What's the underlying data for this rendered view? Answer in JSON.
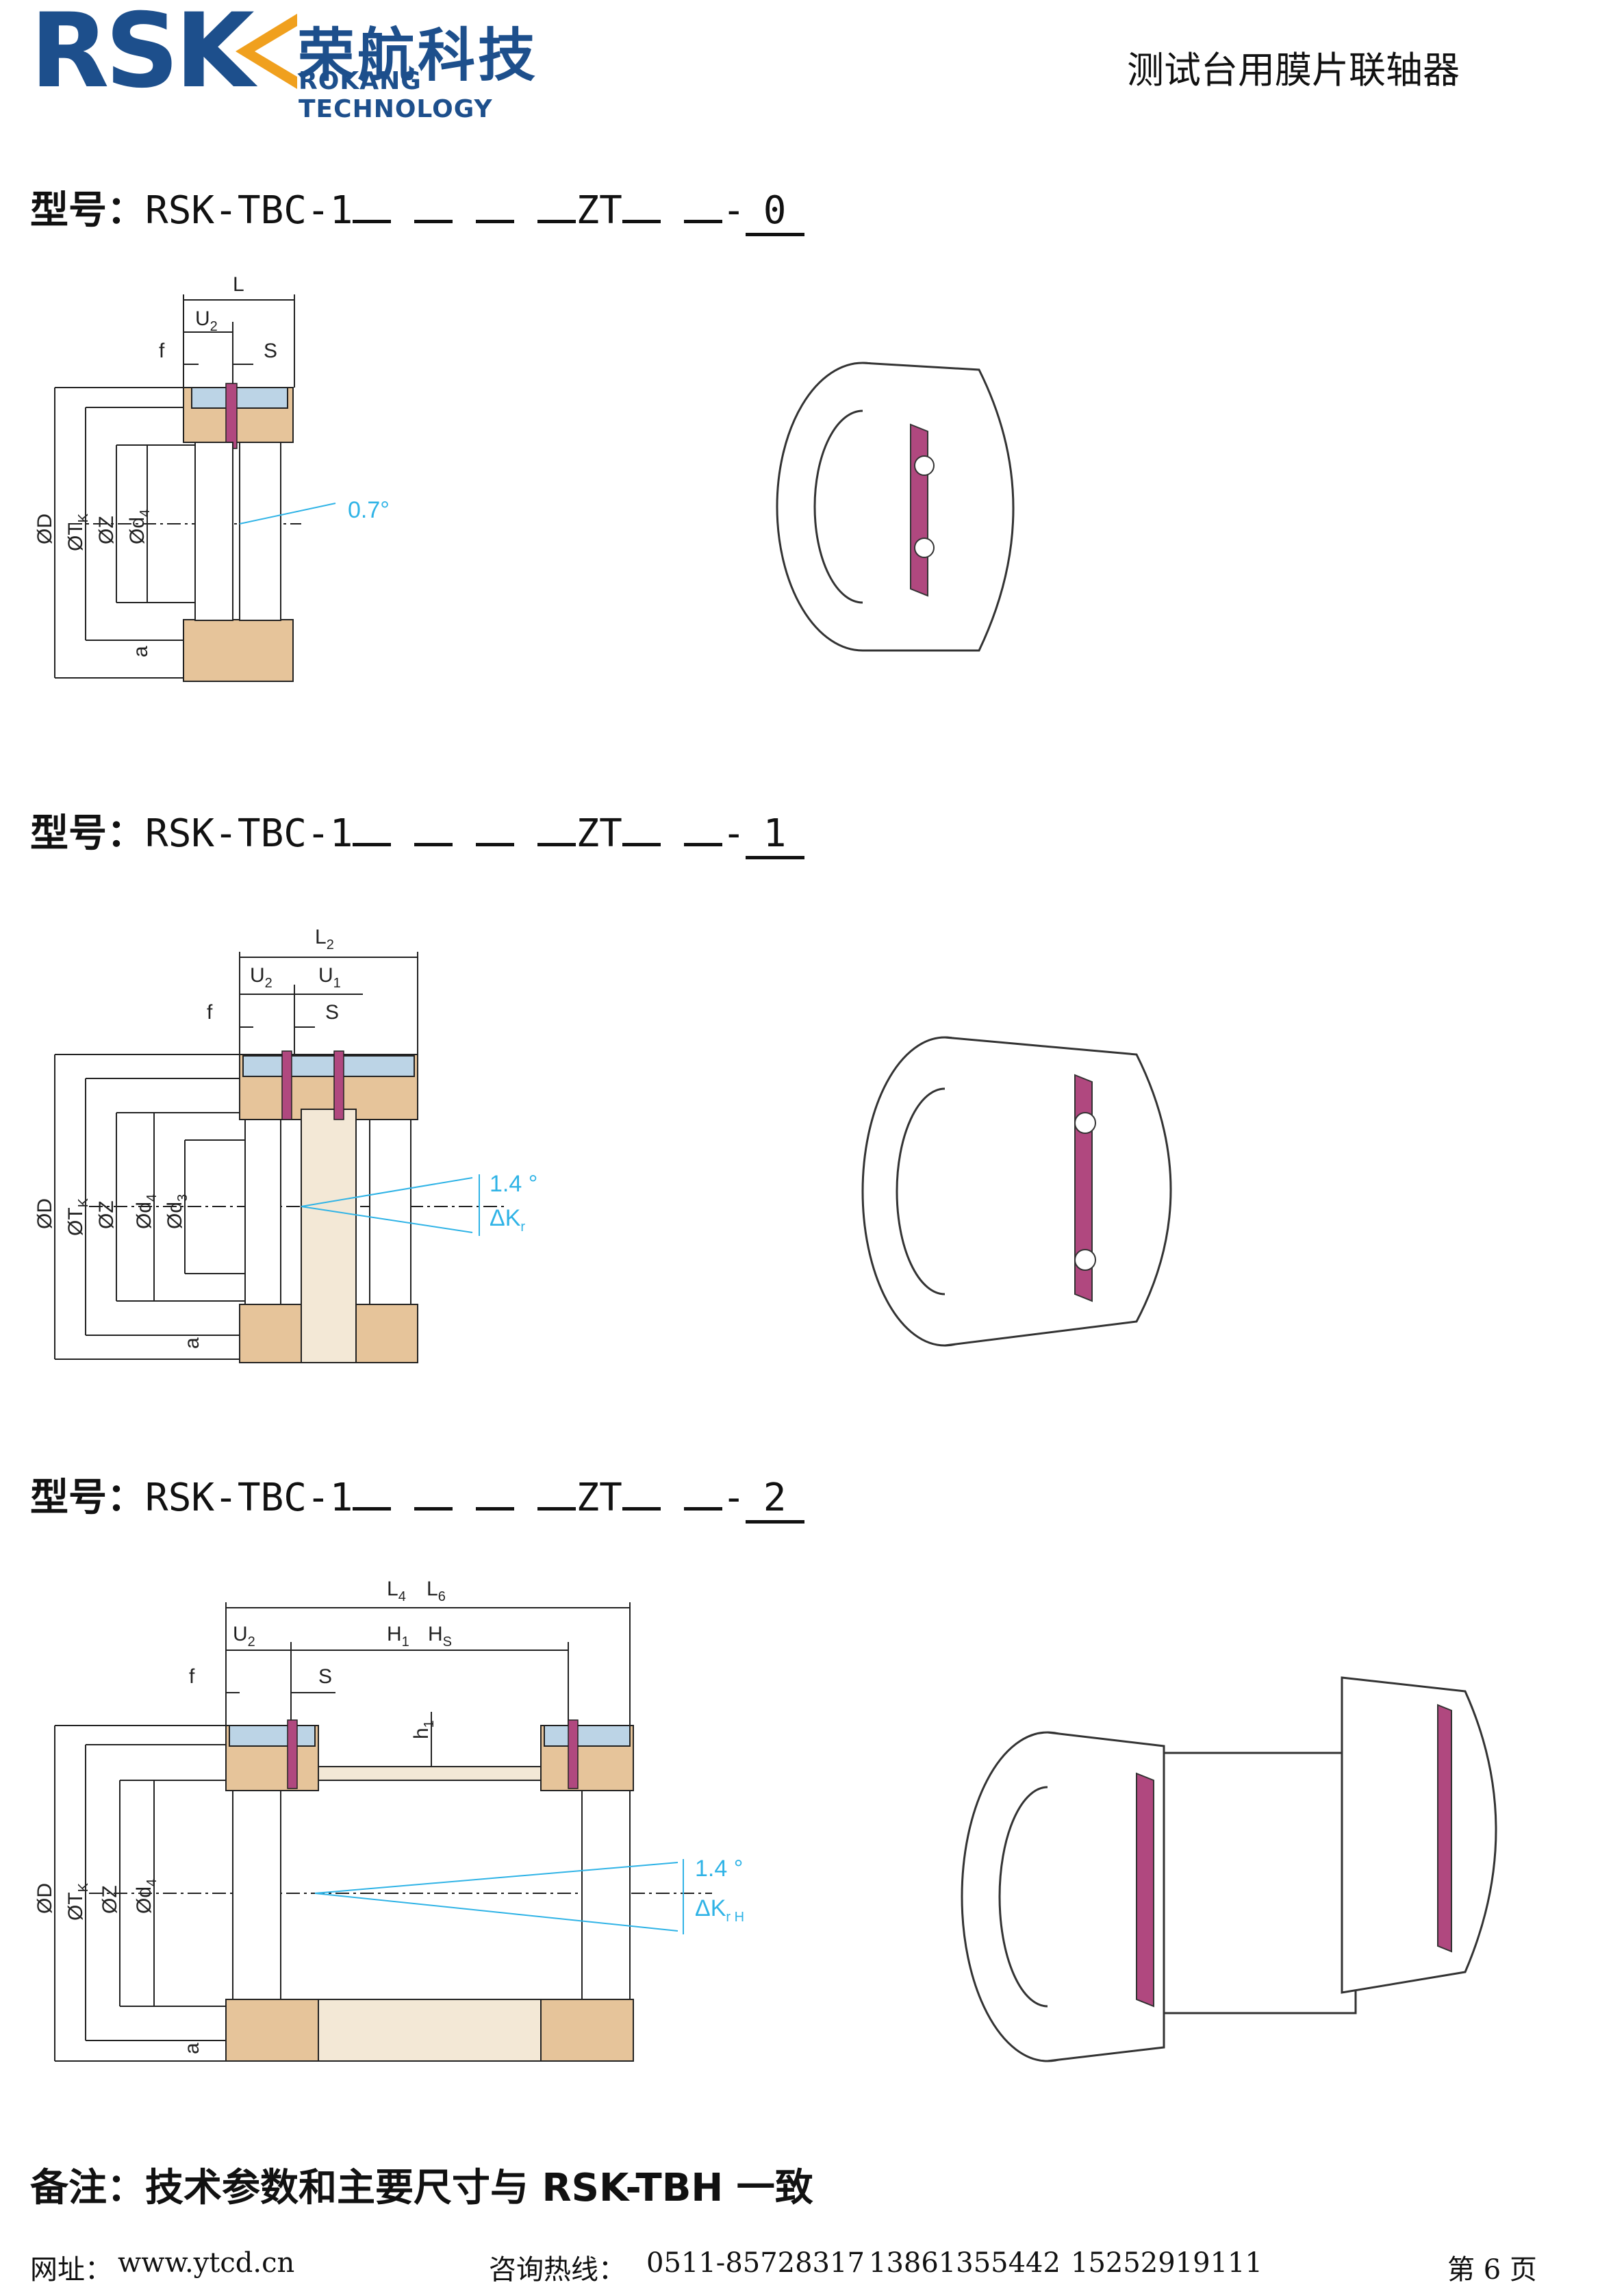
{
  "header": {
    "logo_letters": "RSK",
    "logo_cn": "荣航科技",
    "logo_en": "ROKANG TECHNOLOGY",
    "doc_title": "测试台用膜片联轴器"
  },
  "sections": [
    {
      "label": "型号：",
      "model_prefix": "RSK-TBC-1",
      "model_mid": "ZT",
      "dash": "-",
      "suffix": "0",
      "dims": {
        "L": "L",
        "U2": "U",
        "U2sub": "2",
        "f": "f",
        "S": "S",
        "D": "ØD",
        "TK": "ØT",
        "TKsub": "K",
        "Z": "ØZ",
        "d4": "Ød",
        "d4sub": "4",
        "a": "a",
        "angle": "0.7°"
      }
    },
    {
      "label": "型号：",
      "model_prefix": "RSK-TBC-1",
      "model_mid": "ZT",
      "dash": "-",
      "suffix": "1",
      "dims": {
        "L": "L",
        "Lsub": "2",
        "U2": "U",
        "U2sub": "2",
        "U1": "U",
        "U1sub": "1",
        "f": "f",
        "S": "S",
        "D": "ØD",
        "TK": "ØT",
        "TKsub": "K",
        "Z": "ØZ",
        "d4": "Ød",
        "d4sub": "4",
        "d3": "Ød",
        "d3sub": "3",
        "a": "a",
        "angle": "1.4 °",
        "dk": "ΔK",
        "dksub": "r"
      }
    },
    {
      "label": "型号：",
      "model_prefix": "RSK-TBC-1",
      "model_mid": "ZT",
      "dash": "-",
      "suffix": "2",
      "dims": {
        "L": "L",
        "Lsub": "4",
        "L6": "L",
        "L6sub": "6",
        "U2": "U",
        "U2sub": "2",
        "H1": "H",
        "H1sub": "1",
        "Hs": "H",
        "Hssub": "S",
        "f": "f",
        "S": "S",
        "h1": "h",
        "h1sub": "1",
        "D": "ØD",
        "TK": "ØT",
        "TKsub": "K",
        "Z": "ØZ",
        "d4": "Ød",
        "d4sub": "4",
        "a": "a",
        "angle": "1.4 °",
        "dk": "ΔK",
        "dksub": "r H"
      }
    }
  ],
  "note": "备注：技术参数和主要尺寸与 RSK-TBH 一致",
  "footer": {
    "website_label": "网址：",
    "website": "www.ytcd.cn",
    "hotline_label": "咨询热线：",
    "phone1": "0511-85728317",
    "phone2": "13861355442",
    "phone3": "15252919111",
    "page": "第 6 页"
  },
  "colors": {
    "logo": "#1d4f8c",
    "tan": "#e6c49a",
    "magenta": "#b0487f",
    "bolt": "#bcd4e6",
    "cyan": "#2fb3e6"
  }
}
